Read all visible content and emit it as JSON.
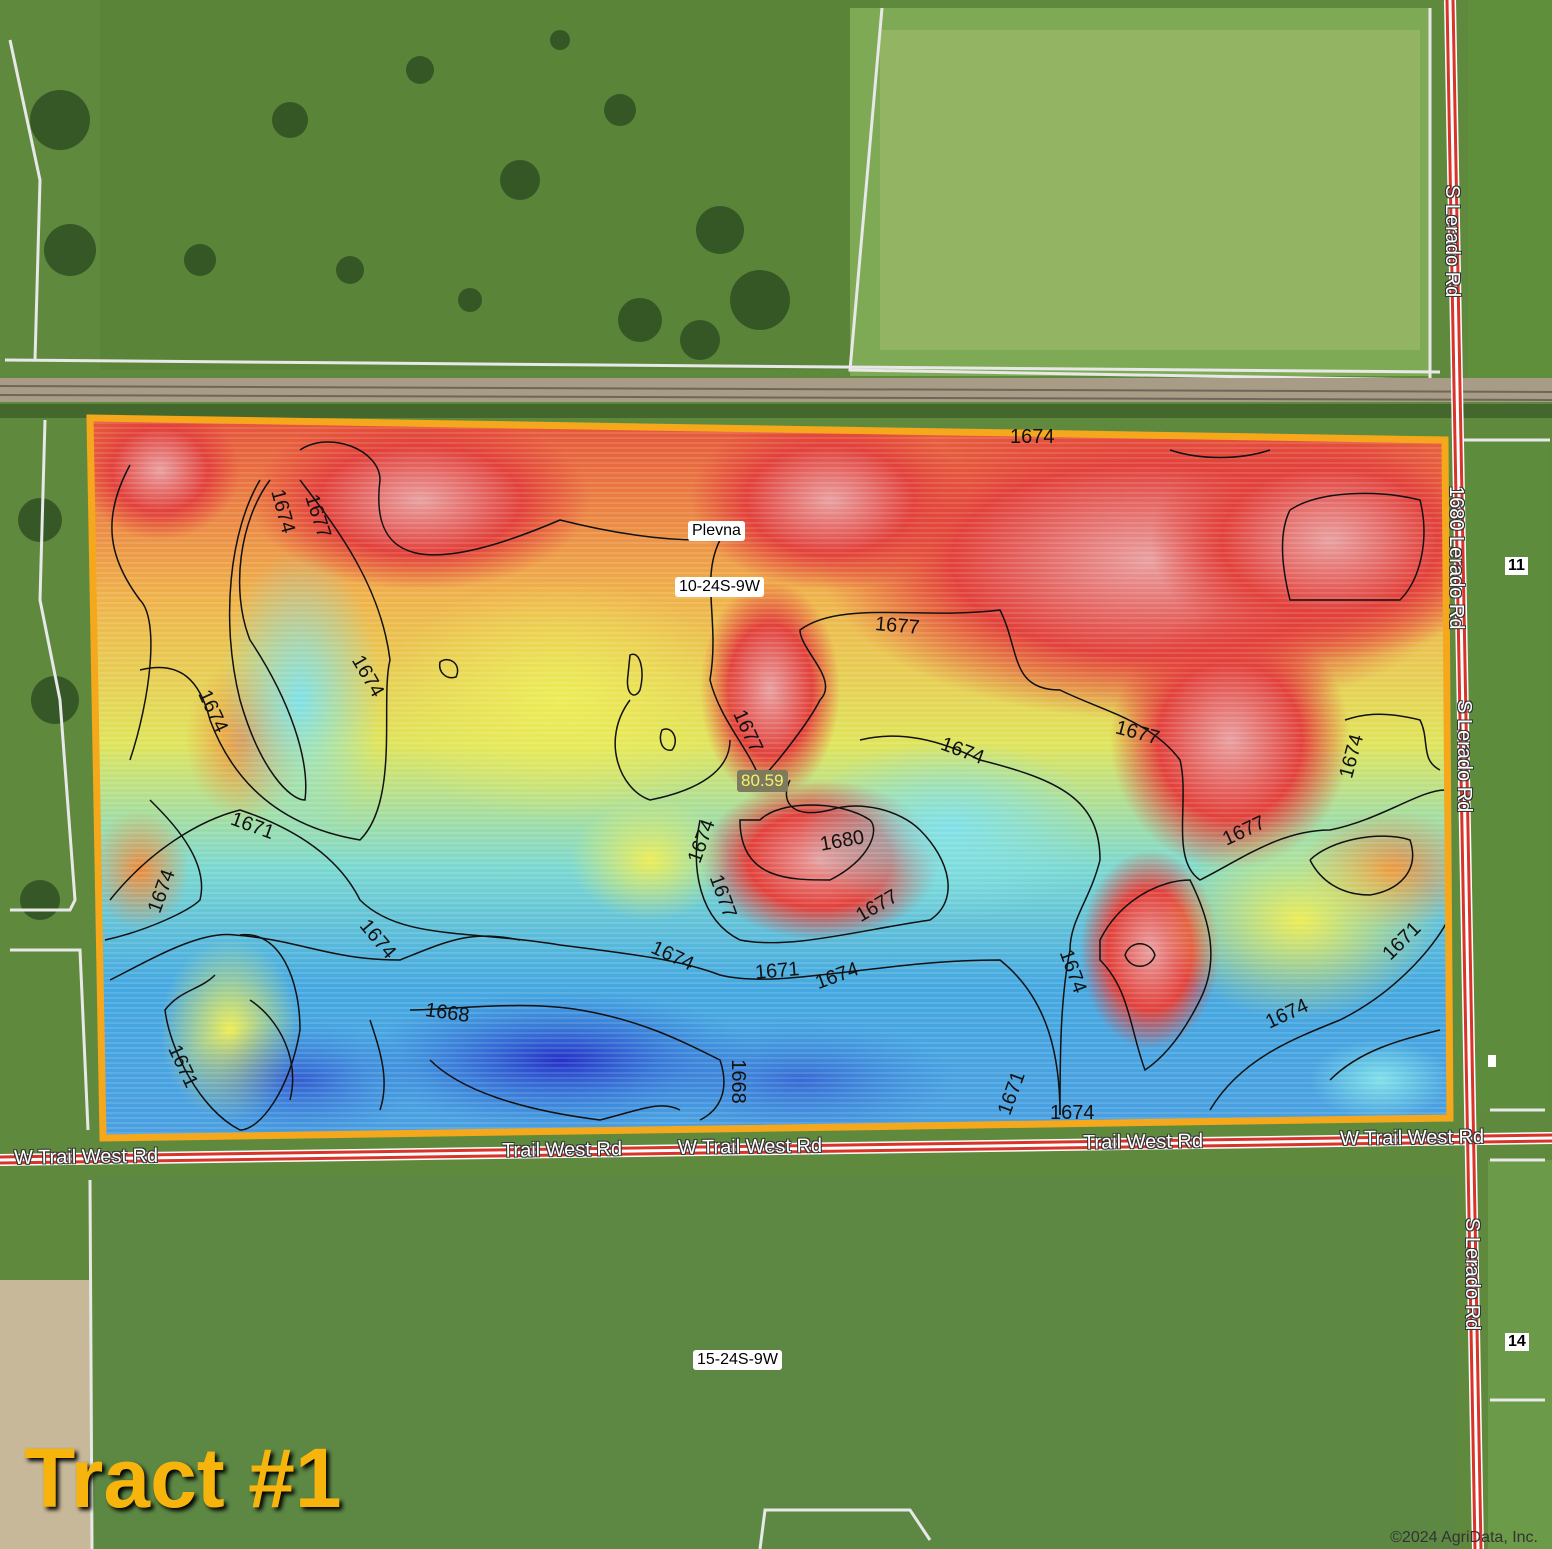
{
  "title": "Tract #1",
  "copyright": "©2024 AgriData, Inc.",
  "place_label": "Plevna",
  "acres_label": "80.59",
  "plss": {
    "tract_section": "10-24S-9W",
    "south_section": "15-24S-9W"
  },
  "section_numbers": [
    "11",
    "14"
  ],
  "roads": {
    "w_trail_west_left": "W Trail West Rd",
    "trail_west_mid": "Trail West Rd",
    "w_trail_west_mid": "W Trail West Rd",
    "trail_west_right": "Trail West Rd",
    "w_trail_west_right": "W Trail West Rd",
    "s_lerado_top": "S Lerado Rd",
    "lerado_upper": "1680 Lerado Rd",
    "s_lerado_mid": "S Lerado Rd",
    "s_lerado_bottom": "S Lerado Rd"
  },
  "contour_labels": [
    "1674",
    "1677",
    "1674",
    "1674",
    "1671",
    "1674",
    "1674",
    "1671",
    "1674",
    "1671",
    "1674",
    "1668",
    "1668",
    "1677",
    "1677",
    "1674",
    "1677",
    "1680",
    "1674",
    "1671",
    "1677",
    "1674",
    "1677",
    "1674",
    "1674",
    "1671",
    "1677",
    "1674",
    "1674"
  ],
  "colors": {
    "boundary": "#f5a81c",
    "title": "#f7b40c",
    "road": "#d9342b",
    "elevation_high": "#e23a32",
    "elevation_mid": "#e8e44a",
    "elevation_low": "#2f3bd1"
  }
}
